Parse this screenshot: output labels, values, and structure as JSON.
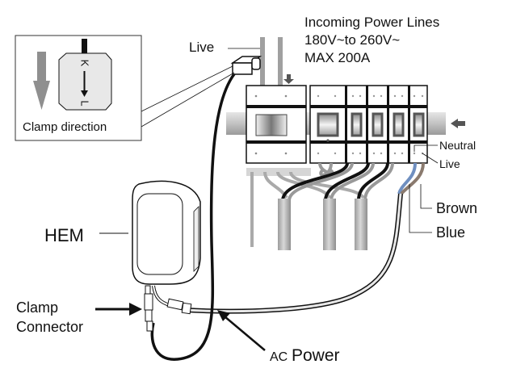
{
  "labels": {
    "incoming_title": "Incoming Power Lines",
    "incoming_voltage": "180V~to 260V~",
    "incoming_max": "MAX 200A",
    "live_top": "Live",
    "clamp_direction": "Clamp direction",
    "clamp_k": "K",
    "clamp_l": "L",
    "neutral": "Neutral",
    "live_terminal": "Live",
    "brown": "Brown",
    "blue": "Blue",
    "hem": "HEM",
    "clamp_connector_1": "Clamp",
    "clamp_connector_2": "Connector",
    "ac_prefix": "AC",
    "ac_power": "Power"
  },
  "colors": {
    "wire_blue": "#6f8fc0",
    "wire_brown": "#8a7a6e",
    "ink": "#111111",
    "grey_wire": "#a8a8a8",
    "rail": "#cfcfcf"
  }
}
